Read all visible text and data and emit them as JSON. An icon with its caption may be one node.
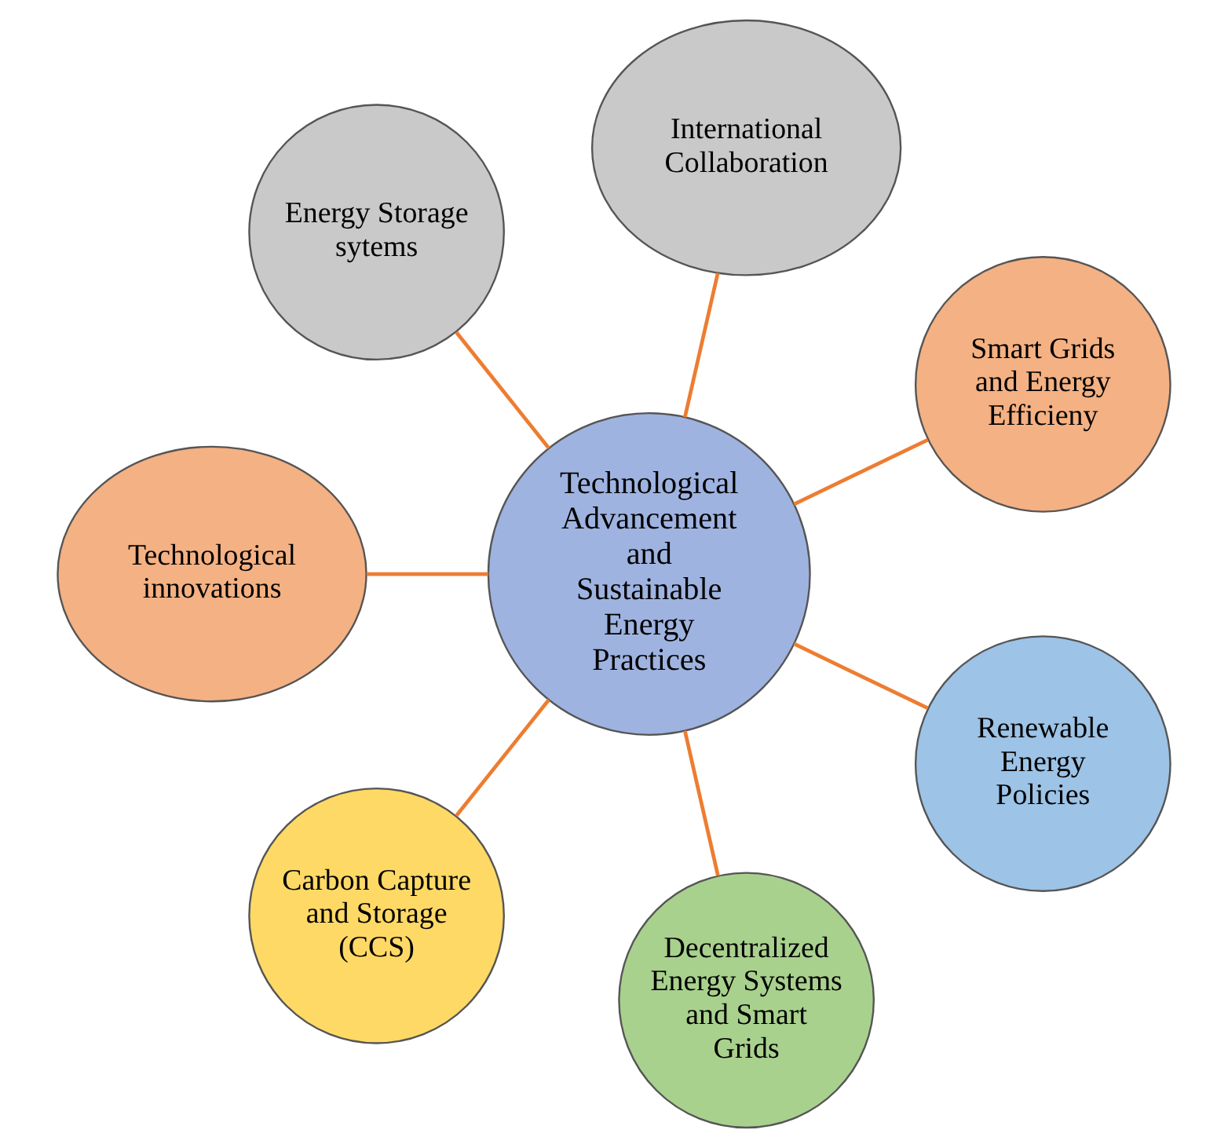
{
  "diagram": {
    "nodes": [
      {
        "text": [
          "Smart Grids and Energy Efficieny"
        ]
      },
      {
        "text": [
          "International Collaboration"
        ]
      },
      {
        "text": [
          "Energy Storage sytems"
        ]
      },
      {
        "text": [
          "Technological Advancement and Sustainable Energy Practices"
        ]
      },
      {
        "text": [
          "Technological innovations"
        ]
      },
      {
        "text": [
          "Carbon Capture and Storage (CCS)"
        ]
      },
      {
        "text": [
          "Decentralized Energy Systems and Smart Grids"
        ]
      },
      {
        "text": [
          "Renewable Energy Policies"
        ]
      }
    ],
    "edges": [
      {
        "from": 3,
        "to": 0,
        "arrow": "none"
      },
      {
        "from": 3,
        "to": 2,
        "arrow": "none"
      },
      {
        "from": 3,
        "to": 5,
        "arrow": "none"
      },
      {
        "from": 3,
        "to": 7,
        "arrow": "none"
      },
      {
        "from": 3,
        "to": 6,
        "arrow": "none"
      },
      {
        "from": 3,
        "to": 4,
        "arrow": "none"
      },
      {
        "from": 3,
        "to": 1,
        "arrow": "none"
      }
    ]
  }
}
